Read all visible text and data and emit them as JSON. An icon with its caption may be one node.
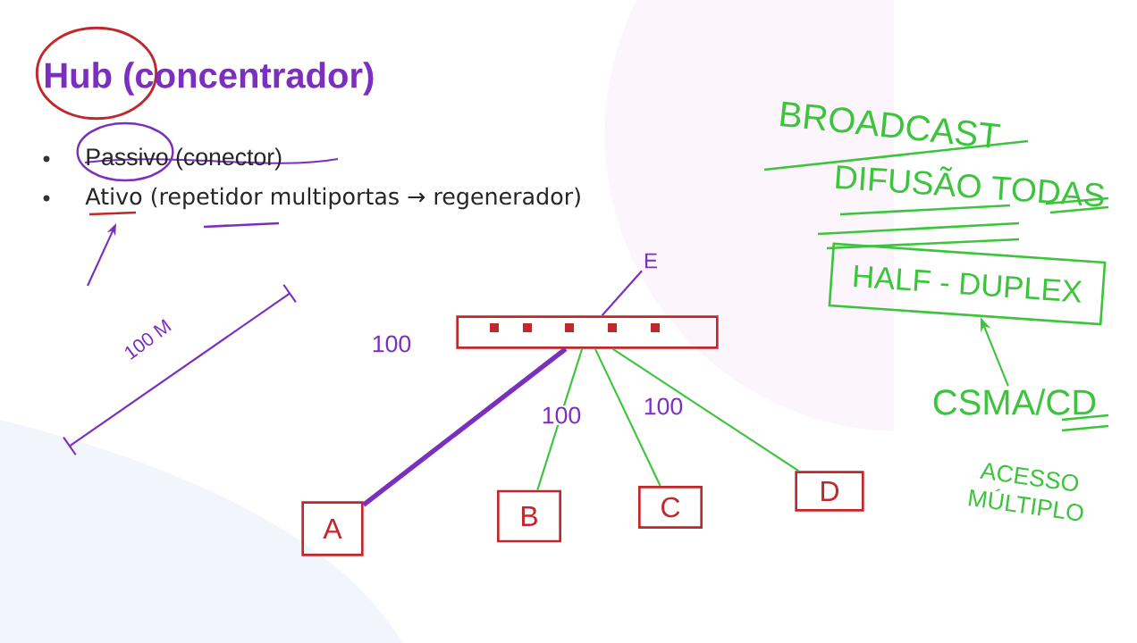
{
  "diagram": {
    "title": "Hub (concentrador)",
    "nodes": [
      {
        "text": [],
        "shape": "bar"
      },
      {
        "text": [
          "E"
        ]
      },
      {
        "text": [
          "A"
        ]
      },
      {
        "text": [
          "B"
        ]
      },
      {
        "text": [
          "C"
        ]
      },
      {
        "text": [
          "D"
        ]
      },
      {
        "text": [
          "HALF - DUPLEX"
        ]
      },
      {
        "text": [
          "CSMA/CD"
        ]
      }
    ],
    "edges": [
      {
        "from": 1,
        "to": 0,
        "arrow": "none",
        "color": "#7b2fbe"
      },
      {
        "from": 0,
        "to": 2,
        "arrow": "none",
        "label": "100",
        "style": "thick",
        "color": "#7b2fbe"
      },
      {
        "from": 0,
        "to": 3,
        "arrow": "none",
        "label": "100"
      },
      {
        "from": 0,
        "to": 4,
        "arrow": "none",
        "label": "100"
      },
      {
        "from": 0,
        "to": 5,
        "arrow": "none"
      },
      {
        "from": 7,
        "to": 6,
        "arrow": "to"
      }
    ],
    "labels": [
      "Passivo (conector)",
      "Ativo (repetidor multiportas → regenerador)",
      "100 M",
      "BROADCAST",
      "DIFUSÃO TODAS",
      "ACESSO MÚLTIPLO"
    ]
  }
}
